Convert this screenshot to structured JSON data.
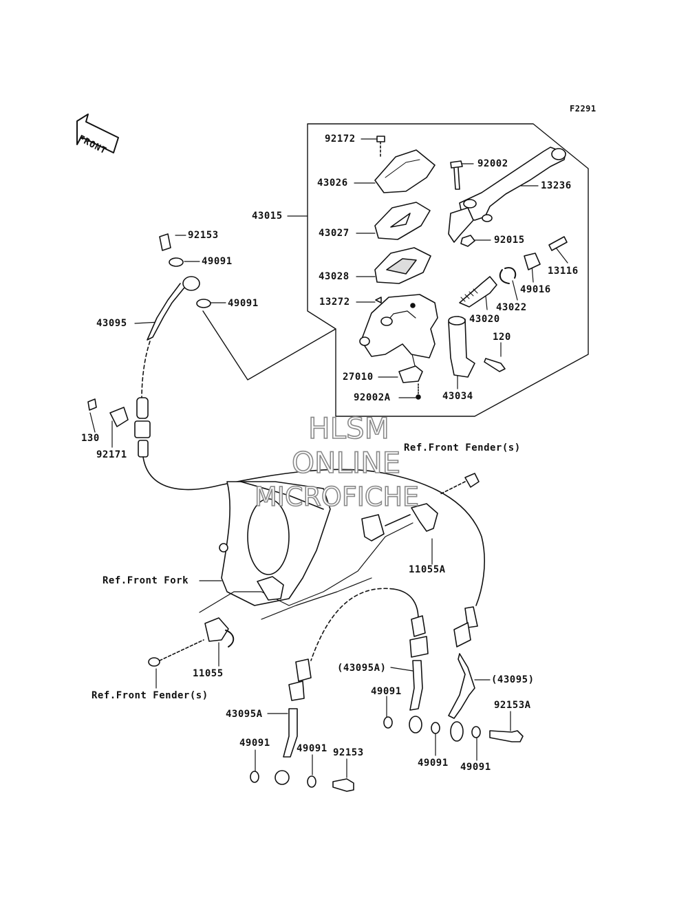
{
  "figure_id": "F2291",
  "front_arrow_label": "FRONT",
  "watermark": [
    "HLSM",
    "ONLINE",
    "MICROFICHE"
  ],
  "parts": {
    "p92172": "92172",
    "p43026": "43026",
    "p43015": "43015",
    "p43027": "43027",
    "p43028": "43028",
    "p13272": "13272",
    "p27010": "27010",
    "p92002A": "92002A",
    "p92002": "92002",
    "p13236": "13236",
    "p92015": "92015",
    "p13116": "13116",
    "p49016": "49016",
    "p43022": "43022",
    "p43020": "43020",
    "p120": "120",
    "p43034": "43034",
    "p92153_top": "92153",
    "p49091_a": "49091",
    "p49091_b": "49091",
    "p43095_top": "43095",
    "p130": "130",
    "p92171": "92171",
    "ref_front_fender_1": "Ref.Front Fender(s)",
    "ref_front_fork": "Ref.Front Fork",
    "p11055A": "11055A",
    "p11055": "11055",
    "ref_front_fender_2": "Ref.Front Fender(s)",
    "p43095A_paren": "(43095A)",
    "p43095_paren": "(43095)",
    "p49091_c": "49091",
    "p92153A": "92153A",
    "p43095A": "43095A",
    "p49091_d": "49091",
    "p49091_e": "49091",
    "p92153_bot": "92153",
    "p49091_f": "49091",
    "p49091_g": "49091"
  }
}
